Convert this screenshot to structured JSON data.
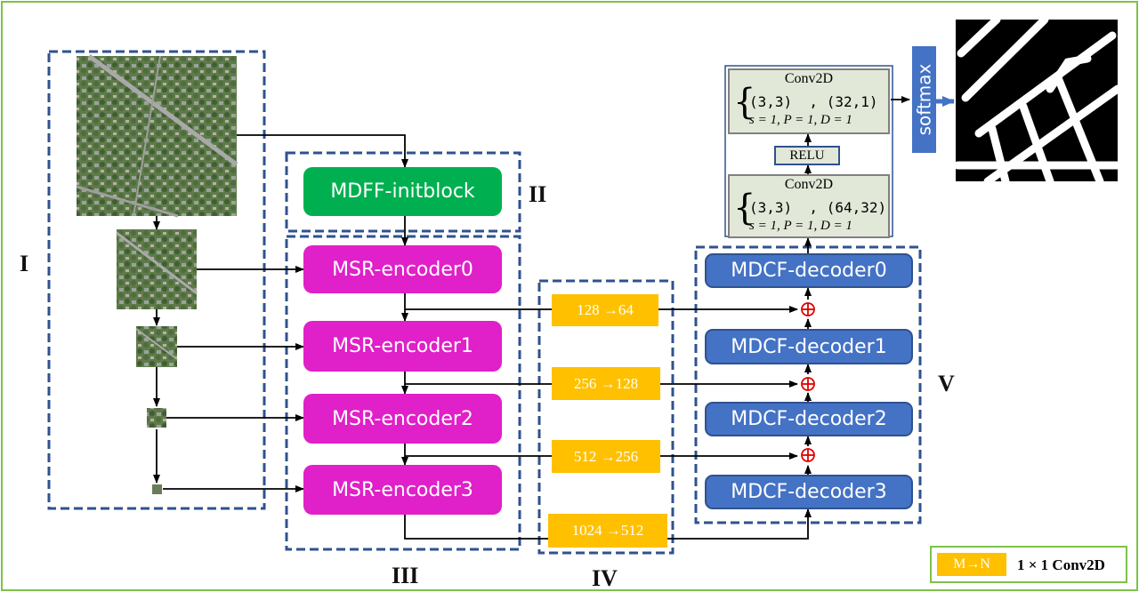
{
  "blocks": {
    "initblock": "MDFF-initblock",
    "encoders": [
      "MSR-encoder0",
      "MSR-encoder1",
      "MSR-encoder2",
      "MSR-encoder3"
    ],
    "decoders": [
      "MDCF-decoder0",
      "MDCF-decoder1",
      "MDCF-decoder2",
      "MDCF-decoder3"
    ]
  },
  "channels": [
    "128 →64",
    "256 →128",
    "512 →256",
    "1024 →512"
  ],
  "head": {
    "conv_top": {
      "title": "Conv2D",
      "line1": "(3,3)  , (32,1)",
      "line2": "s = 1, P = 1, D = 1"
    },
    "relu": "RELU",
    "conv_bottom": {
      "title": "Conv2D",
      "line1": "(3,3)  , (64,32)",
      "line2": "s = 1, P = 1, D = 1"
    },
    "softmax": "softmax"
  },
  "section_labels": {
    "I": "I",
    "II": "II",
    "III": "III",
    "IV": "IV",
    "V": "V"
  },
  "legend": {
    "swatch": "M→N",
    "text": "1 × 1 Conv2D"
  },
  "colors": {
    "frame": "#7dc24b",
    "dashed": "#2f528f",
    "mdff": "#00b050",
    "encoder": "#e020c8",
    "decoder": "#4472c4",
    "channel": "#ffc000",
    "conv": "#e2e8d8",
    "plus": "#e00000"
  },
  "icons": [
    "aerial-image-icon",
    "road-mask-icon",
    "add-icon",
    "arrow-icon"
  ]
}
